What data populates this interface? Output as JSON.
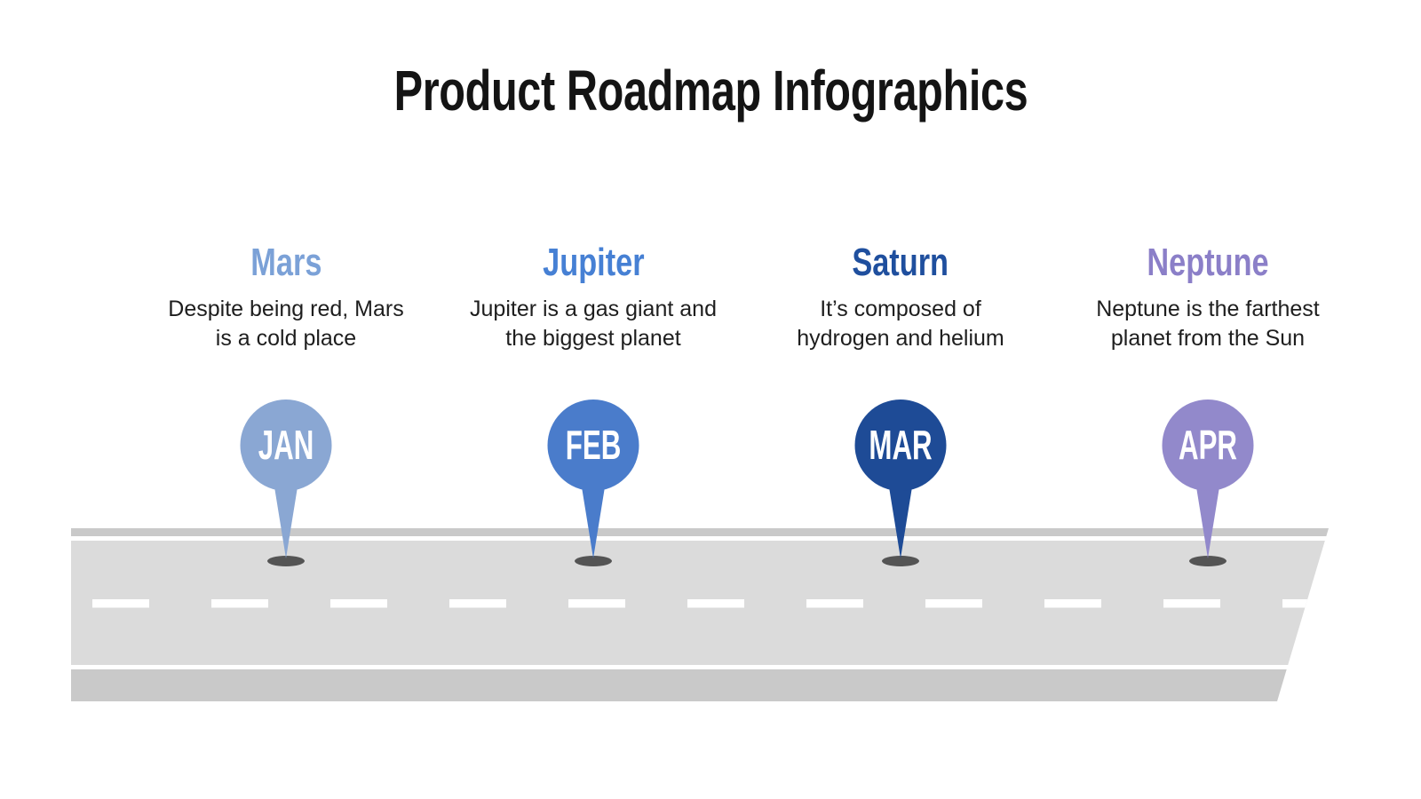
{
  "title": "Product Roadmap Infographics",
  "columns": [
    {
      "name": "Mars",
      "description": "Despite being red, Mars\nis a cold place",
      "month": "JAN",
      "accent": "#7BA1D7",
      "pin": "#8AA7D3"
    },
    {
      "name": "Jupiter",
      "description": "Jupiter is a gas giant and\nthe biggest planet",
      "month": "FEB",
      "accent": "#4680D4",
      "pin": "#4A7CCB"
    },
    {
      "name": "Saturn",
      "description": "It’s composed of\nhydrogen and helium",
      "month": "MAR",
      "accent": "#1F4F9E",
      "pin": "#1E4B96"
    },
    {
      "name": "Neptune",
      "description": "Neptune is the farthest\nplanet from the Sun",
      "month": "APR",
      "accent": "#8B7FC8",
      "pin": "#9289CB"
    }
  ],
  "road": {
    "surface": "#DBDBDB",
    "edge": "#C9C9C9",
    "marking": "#FFFFFF",
    "pin_shadow": "#545454"
  }
}
